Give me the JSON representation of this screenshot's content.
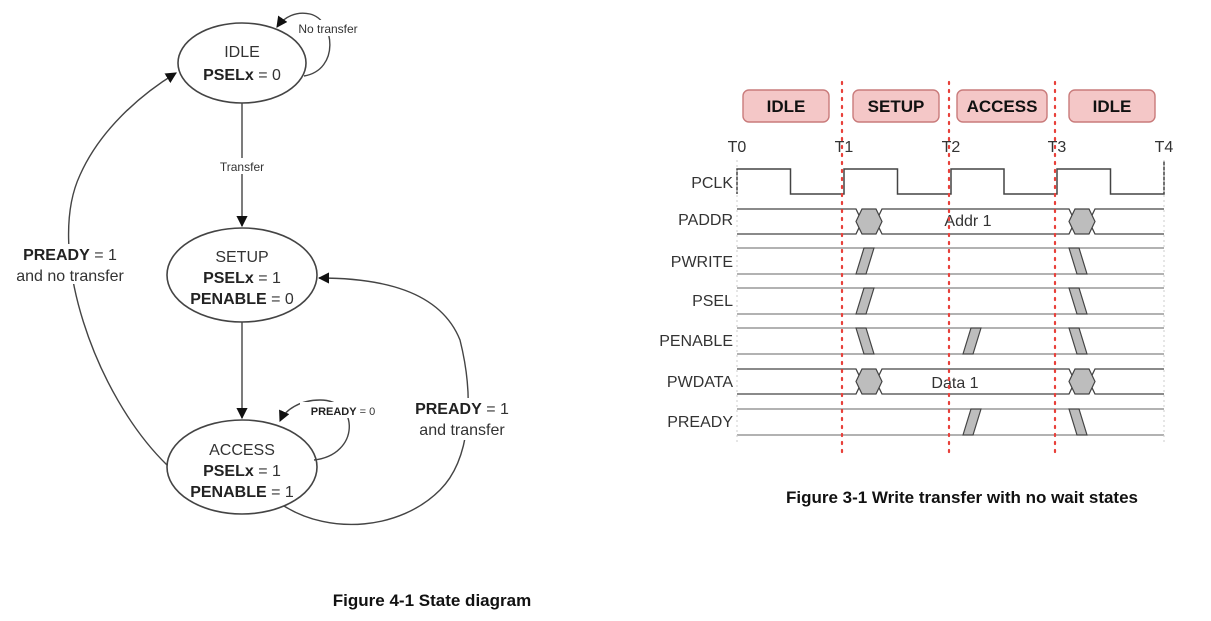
{
  "state_diagram": {
    "caption": "Figure 4-1 State diagram",
    "states": [
      {
        "name": "IDLE",
        "lines": [
          {
            "bold": "PSELx",
            "rest": " = 0"
          }
        ]
      },
      {
        "name": "SETUP",
        "lines": [
          {
            "bold": "PSELx",
            "rest": " = 1"
          },
          {
            "bold": "PENABLE",
            "rest": " = 0"
          }
        ]
      },
      {
        "name": "ACCESS",
        "lines": [
          {
            "bold": "PSELx",
            "rest": " = 1"
          },
          {
            "bold": "PENABLE",
            "rest": " = 1"
          }
        ]
      }
    ],
    "transitions": {
      "idle_self": "No transfer",
      "idle_to_setup": "Transfer",
      "access_self_bold": "PREADY",
      "access_self_rest": " = 0",
      "access_to_idle_bold": "PREADY",
      "access_to_idle_rest": " = 1",
      "access_to_idle_line2": "and no transfer",
      "access_to_setup_bold": "PREADY",
      "access_to_setup_rest": " = 1",
      "access_to_setup_line2": "and transfer"
    }
  },
  "timing_diagram": {
    "caption": "Figure 3-1 Write transfer with no wait states",
    "phases": [
      "IDLE",
      "SETUP",
      "ACCESS",
      "IDLE"
    ],
    "phase_color": "#f4c7c7",
    "phase_border": "#c97b7b",
    "marker_color": "#e8403a",
    "times": [
      "T0",
      "T1",
      "T2",
      "T3",
      "T4"
    ],
    "signals": [
      {
        "name": "PCLK",
        "type": "clock"
      },
      {
        "name": "PADDR",
        "type": "bus",
        "value": "Addr 1"
      },
      {
        "name": "PWRITE",
        "type": "level",
        "start": 0,
        "rise_after": "T1",
        "fall_after": "T3"
      },
      {
        "name": "PSEL",
        "type": "level",
        "start": 0,
        "rise_after": "T1",
        "fall_after": "T3"
      },
      {
        "name": "PENABLE",
        "type": "level",
        "start": 1,
        "fall_after": "T1",
        "rise_after": "T2",
        "fall2_after": "T3"
      },
      {
        "name": "PWDATA",
        "type": "bus",
        "value": "Data 1"
      },
      {
        "name": "PREADY",
        "type": "level",
        "start": 0,
        "rise_after": "T2",
        "fall_after": "T3"
      }
    ]
  }
}
